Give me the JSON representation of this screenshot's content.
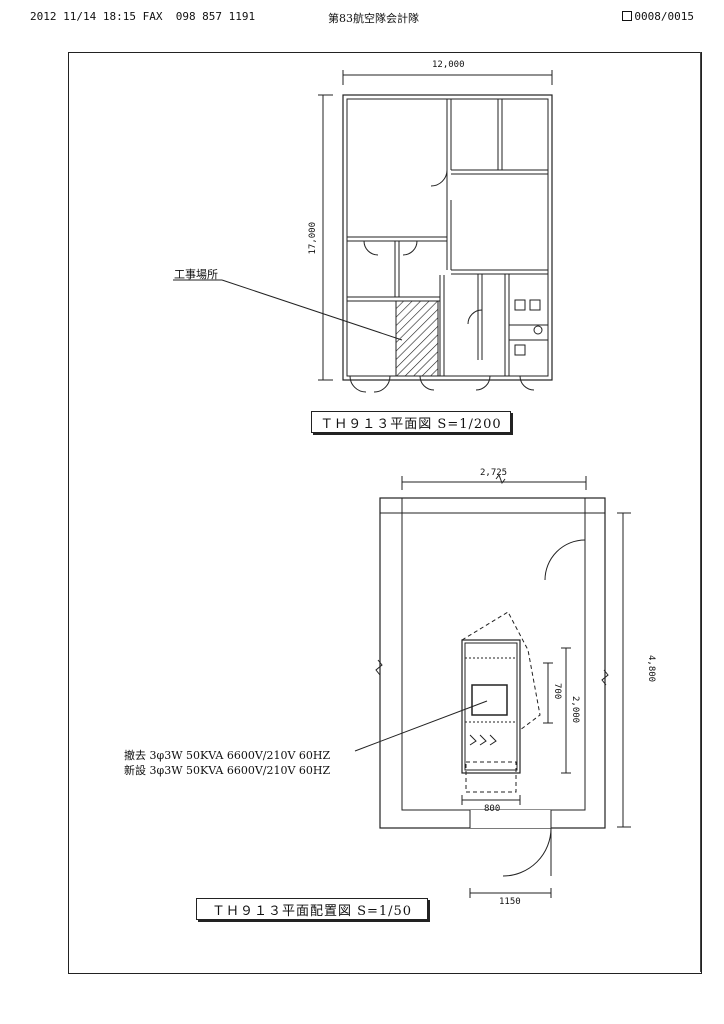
{
  "fax_header": {
    "left": "2012 11/14 18:15 FAX  098 857 1191",
    "center": "第83航空隊会計隊",
    "right": "0008/0015"
  },
  "plan1": {
    "title": "ＴＨ９１３平面図 S=1/200",
    "dim_width": "12,000",
    "dim_height": "17,000",
    "callout": "工事場所"
  },
  "plan2": {
    "title": "ＴＨ９１３平面配置図 S=1/50",
    "dim_width": "2,725",
    "dim_height": "4,800",
    "dim_2000": "2,000",
    "dim_700": "700",
    "dim_800": "800",
    "dim_1150": "1150",
    "notes": [
      "撤去 3φ3W 50KVA 6600V/210V 60HZ",
      "新設 3φ3W 50KVA 6600V/210V 60HZ"
    ]
  }
}
